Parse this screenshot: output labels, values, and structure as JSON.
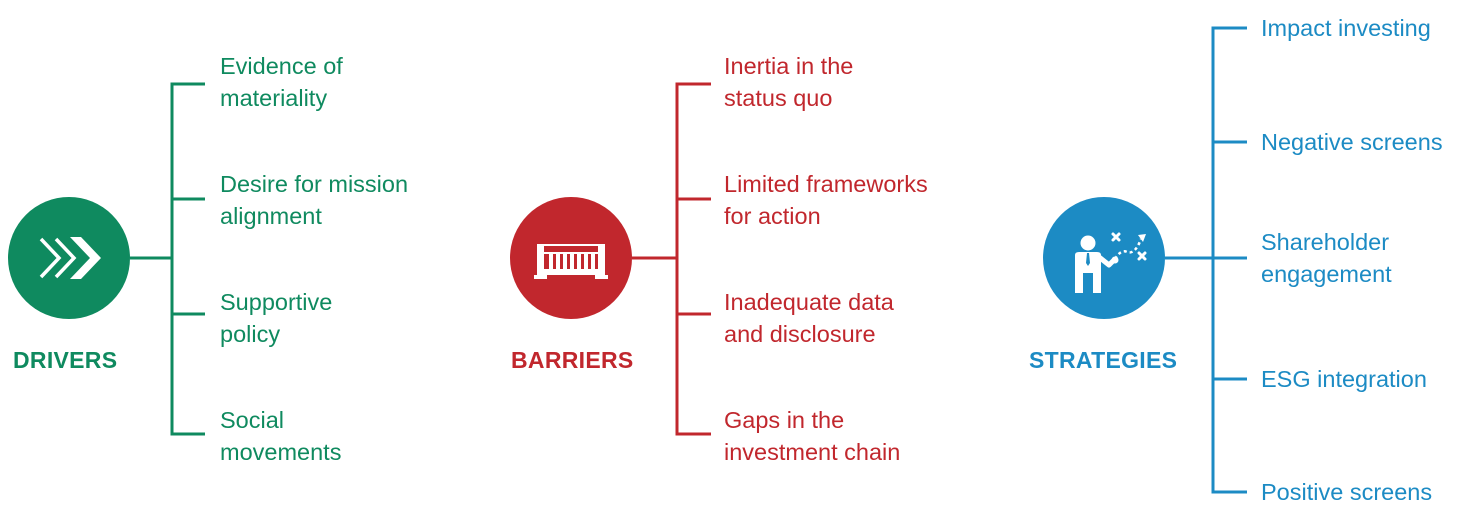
{
  "colors": {
    "drivers": "#0f8a5f",
    "barriers": "#c1272d",
    "strategies": "#1c8bc4"
  },
  "drivers": {
    "title": "DRIVERS",
    "icon": "double-chevron-right-icon",
    "items": [
      {
        "line1": "Evidence of",
        "line2": "materiality"
      },
      {
        "line1": "Desire for mission",
        "line2": "alignment"
      },
      {
        "line1": "Supportive",
        "line2": "policy"
      },
      {
        "line1": "Social",
        "line2": "movements"
      }
    ]
  },
  "barriers": {
    "title": "BARRIERS",
    "icon": "barricade-icon",
    "items": [
      {
        "line1": "Inertia in the",
        "line2": "status quo"
      },
      {
        "line1": "Limited frameworks",
        "line2": "for action"
      },
      {
        "line1": "Inadequate data",
        "line2": "and disclosure"
      },
      {
        "line1": "Gaps in the",
        "line2": "investment chain"
      }
    ]
  },
  "strategies": {
    "title": "STRATEGIES",
    "icon": "strategist-playbook-icon",
    "items": [
      {
        "line1": "Impact investing"
      },
      {
        "line1": "Negative screens"
      },
      {
        "line1": "Shareholder",
        "line2": "engagement"
      },
      {
        "line1": "ESG integration"
      },
      {
        "line1": "Positive screens"
      }
    ]
  }
}
